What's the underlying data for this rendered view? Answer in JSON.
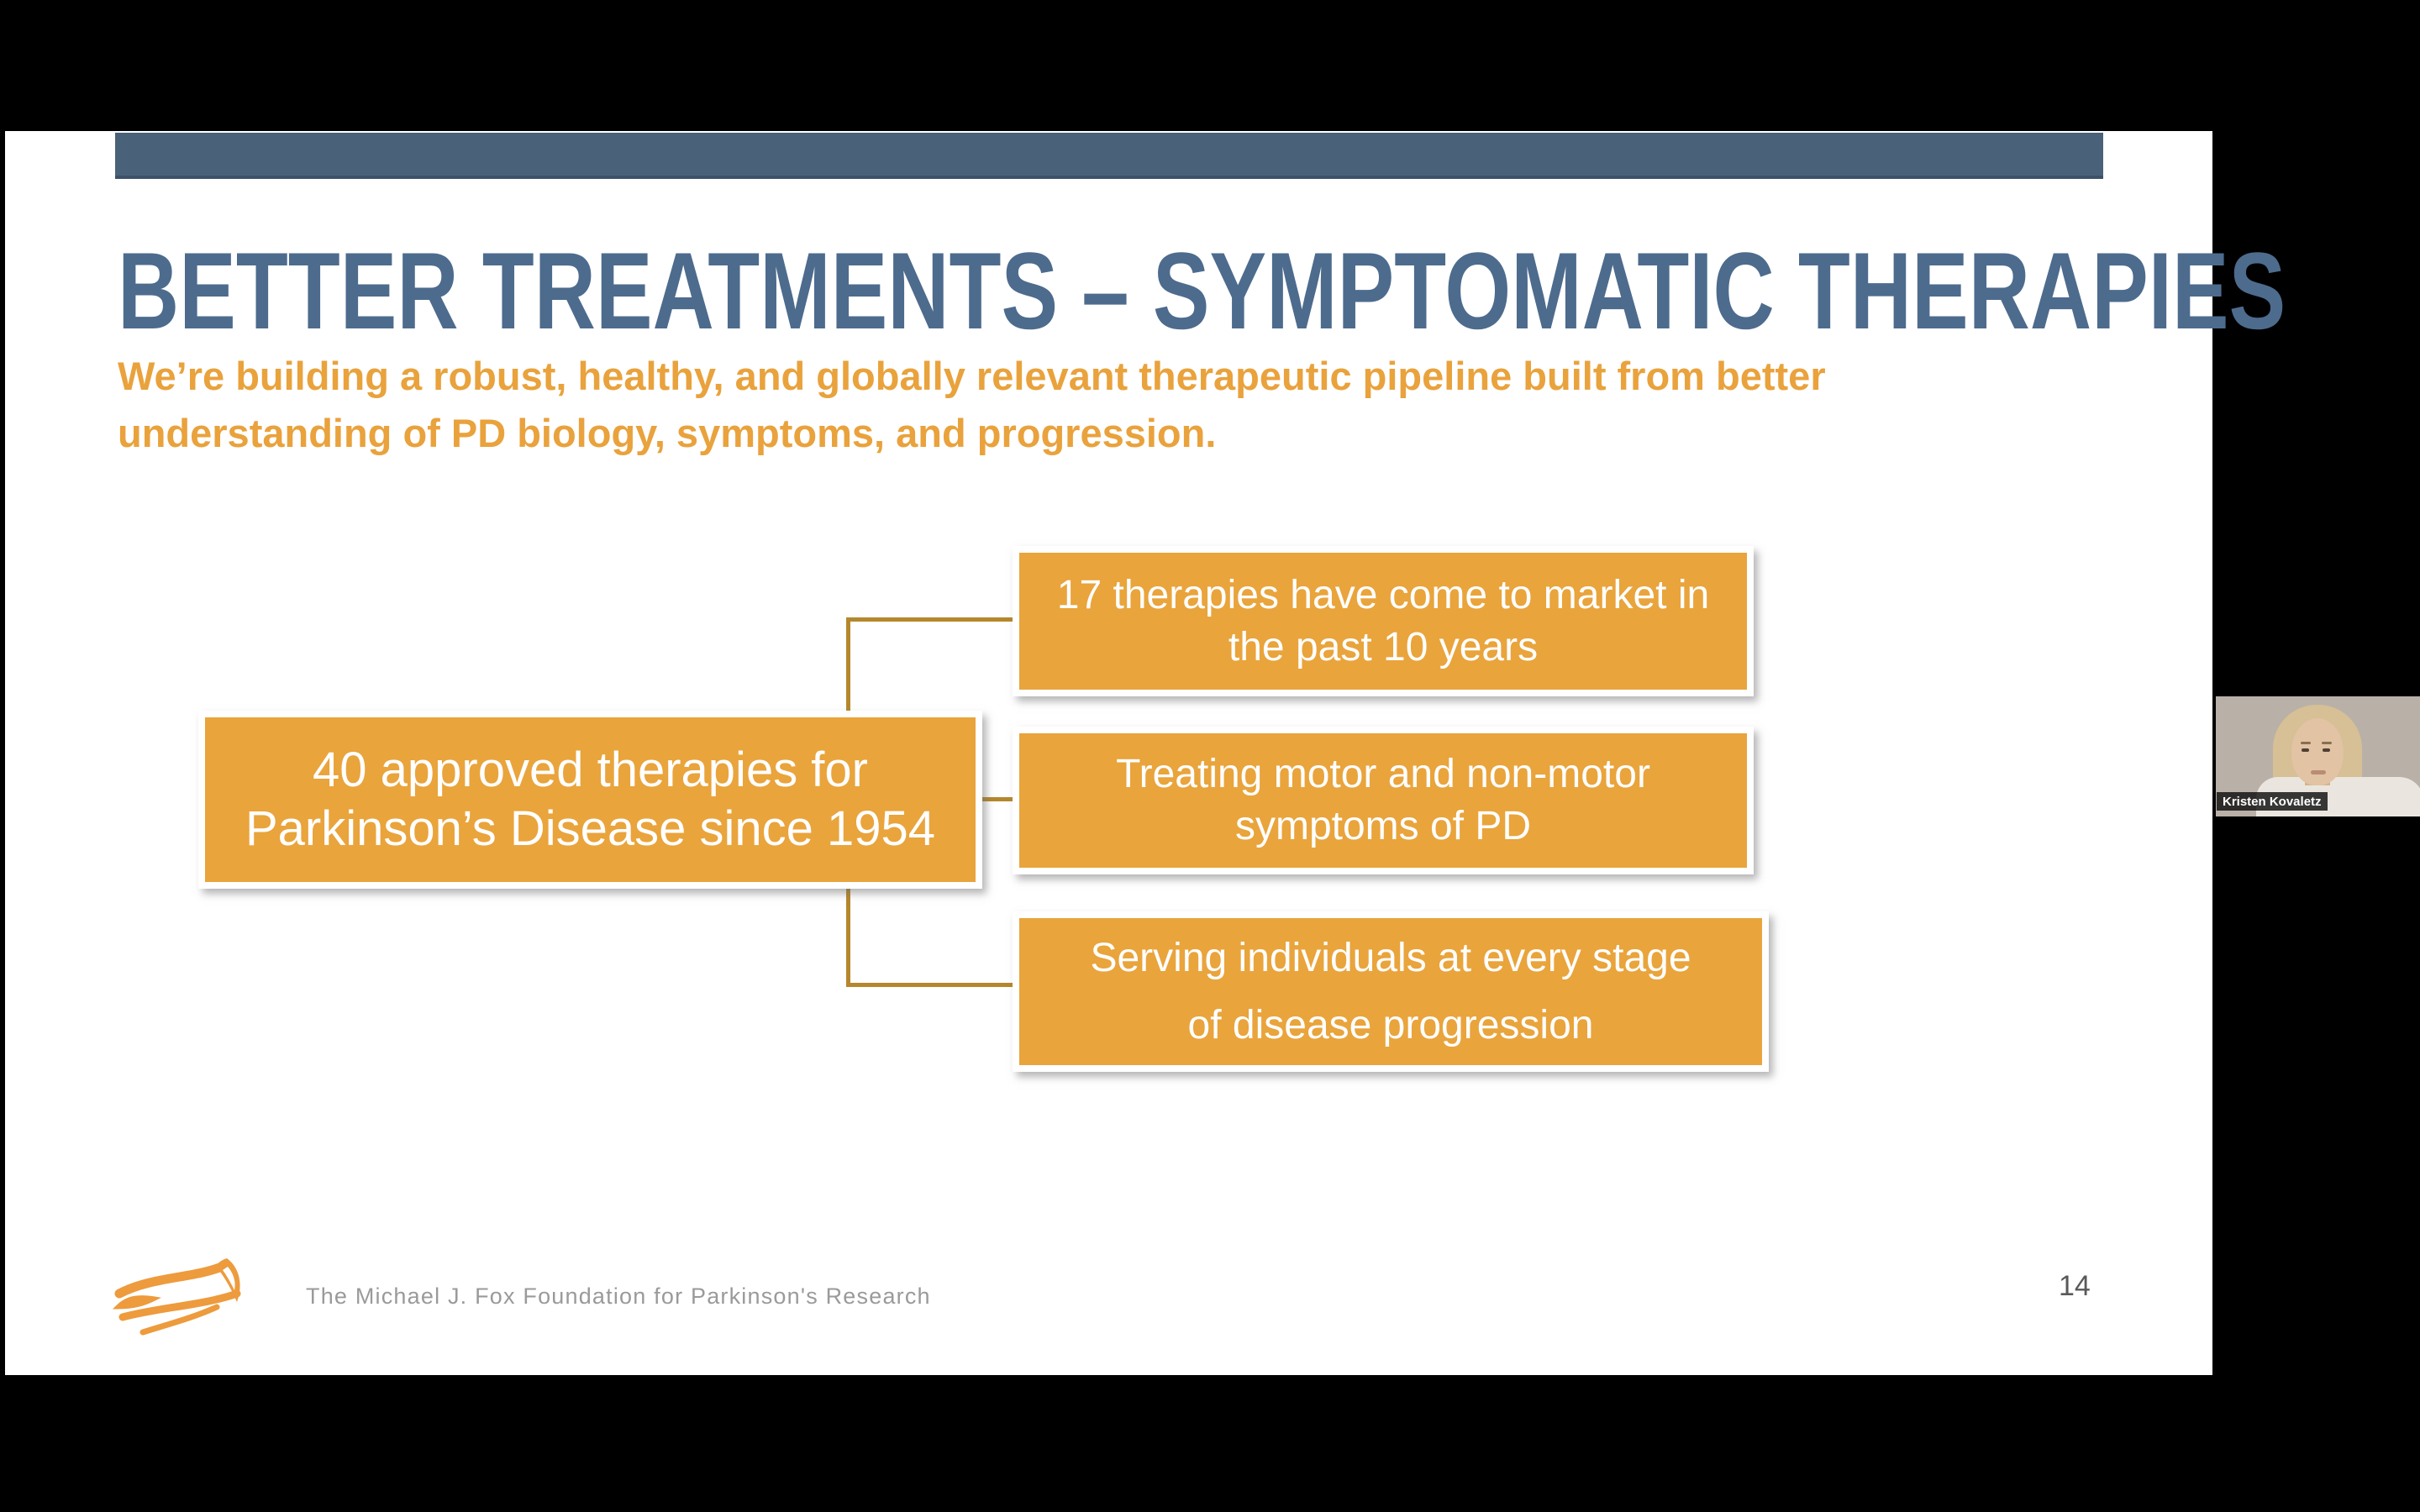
{
  "slide": {
    "title": "BETTER TREATMENTS – SYMPTOMATIC THERAPIES",
    "subtitle_line1": "We’re building a robust, healthy, and globally relevant therapeutic pipeline built from better",
    "subtitle_line2": "understanding of PD biology, symptoms, and progression.",
    "page_number": "14"
  },
  "diagram": {
    "root_box": {
      "line1": "40 approved therapies for",
      "line2": "Parkinson’s Disease since 1954"
    },
    "branch_boxes": [
      {
        "line1": "17 therapies have come to market in",
        "line2": "the past 10 years"
      },
      {
        "line1": "Treating motor and non-motor",
        "line2": "symptoms of PD"
      },
      {
        "line1": "Serving individuals at every stage",
        "line2": "of disease progression"
      }
    ]
  },
  "footer": {
    "brand": "The Michael J. Fox Foundation for Parkinson's Research",
    "logo_icon": "fox-logo"
  },
  "video_call": {
    "participant_name": "Kristen Kovaletz"
  },
  "colors": {
    "top_bar": "#4a617a",
    "title_text": "#4d6b8d",
    "subtitle_text": "#e9a23c",
    "box_fill": "#e9a43c",
    "connector": "#b5872d",
    "footer_text": "#9a9a9a",
    "logo_orange": "#ed9b3d"
  }
}
